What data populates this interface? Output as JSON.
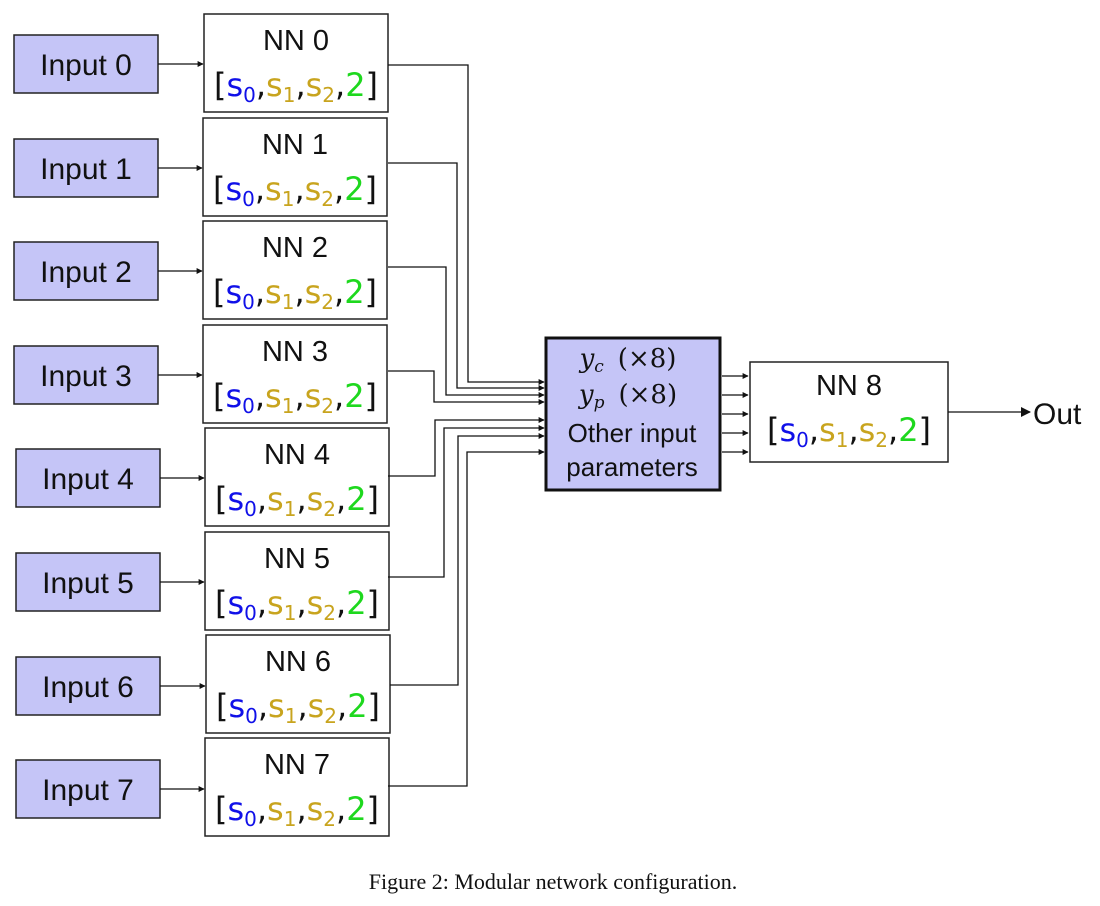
{
  "inputs": [
    "Input 0",
    "Input 1",
    "Input 2",
    "Input 3",
    "Input 4",
    "Input 5",
    "Input 6",
    "Input 7"
  ],
  "networks": [
    "NN 0",
    "NN 1",
    "NN 2",
    "NN 3",
    "NN 4",
    "NN 5",
    "NN 6",
    "NN 7"
  ],
  "vector": {
    "open": "[",
    "s": "s",
    "sub0": "0",
    "sub1": "1",
    "sub2": "2",
    "comma": ",",
    "two": "2",
    "close": "]"
  },
  "merge": {
    "yc_var": "y",
    "yc_sub": "c",
    "yp_var": "y",
    "yp_sub": "p",
    "mult": "(×8)",
    "line3": "Other input",
    "line4": "parameters"
  },
  "final_network": "NN 8",
  "output": "Out",
  "caption": "Figure 2: Modular network configuration.",
  "colors": {
    "s0": "#1010e8",
    "s1": "#c8a41e",
    "s2": "#c8a41e",
    "two": "#1ed81e",
    "box_fill": "#c5c5f7"
  }
}
